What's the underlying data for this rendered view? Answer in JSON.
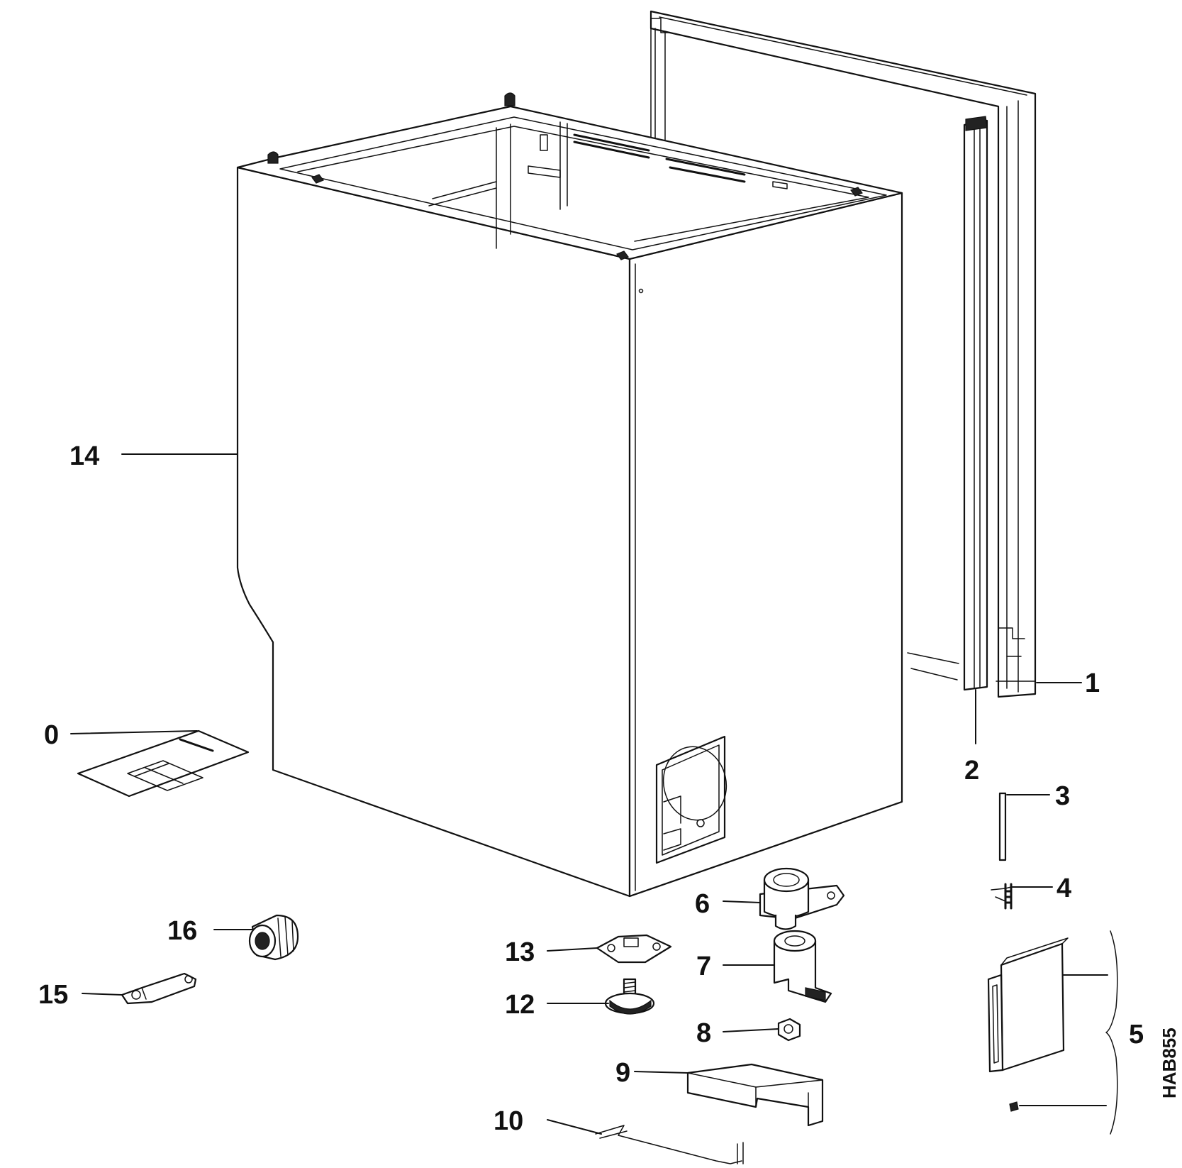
{
  "diagram": {
    "code": "HAB855",
    "callouts": {
      "c0": "0",
      "c1": "1",
      "c2": "2",
      "c3": "3",
      "c4": "4",
      "c5": "5",
      "c6": "6",
      "c7": "7",
      "c8": "8",
      "c9": "9",
      "c10": "10",
      "c12": "12",
      "c13": "13",
      "c14": "14",
      "c15": "15",
      "c16": "16"
    }
  }
}
